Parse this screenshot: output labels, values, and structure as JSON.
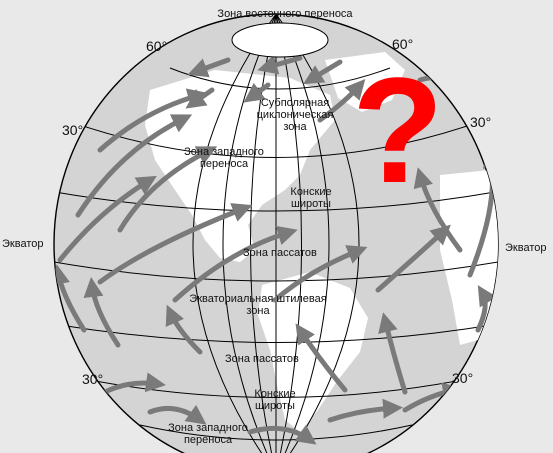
{
  "labels": {
    "top_zone": "Зона восточного переноса",
    "lat60_left": "60°",
    "lat60_right": "60°",
    "lat30_left": "30°",
    "lat30_right": "30°",
    "lat30s_left": "30°",
    "lat30s_right": "30°",
    "equator_left": "Экватор",
    "equator_right": "Экватор",
    "subpolar": "Субполярная циклоническая зона",
    "westerly_north": "Зона западного переноса",
    "horse_north": "Конские широты",
    "trade_north": "Зона пассатов",
    "doldrums": "Экваториальная штилевая зона",
    "trade_south": "Зона пассатов",
    "horse_south": "Конские широты",
    "westerly_south": "Зона западного переноса",
    "question": "?"
  },
  "colors": {
    "background": "#e9e9e9",
    "ocean": "#d4d4d4",
    "land": "#ffffff",
    "grid": "#000000",
    "arrow": "#7a7a7a",
    "question": "#ff0000"
  }
}
